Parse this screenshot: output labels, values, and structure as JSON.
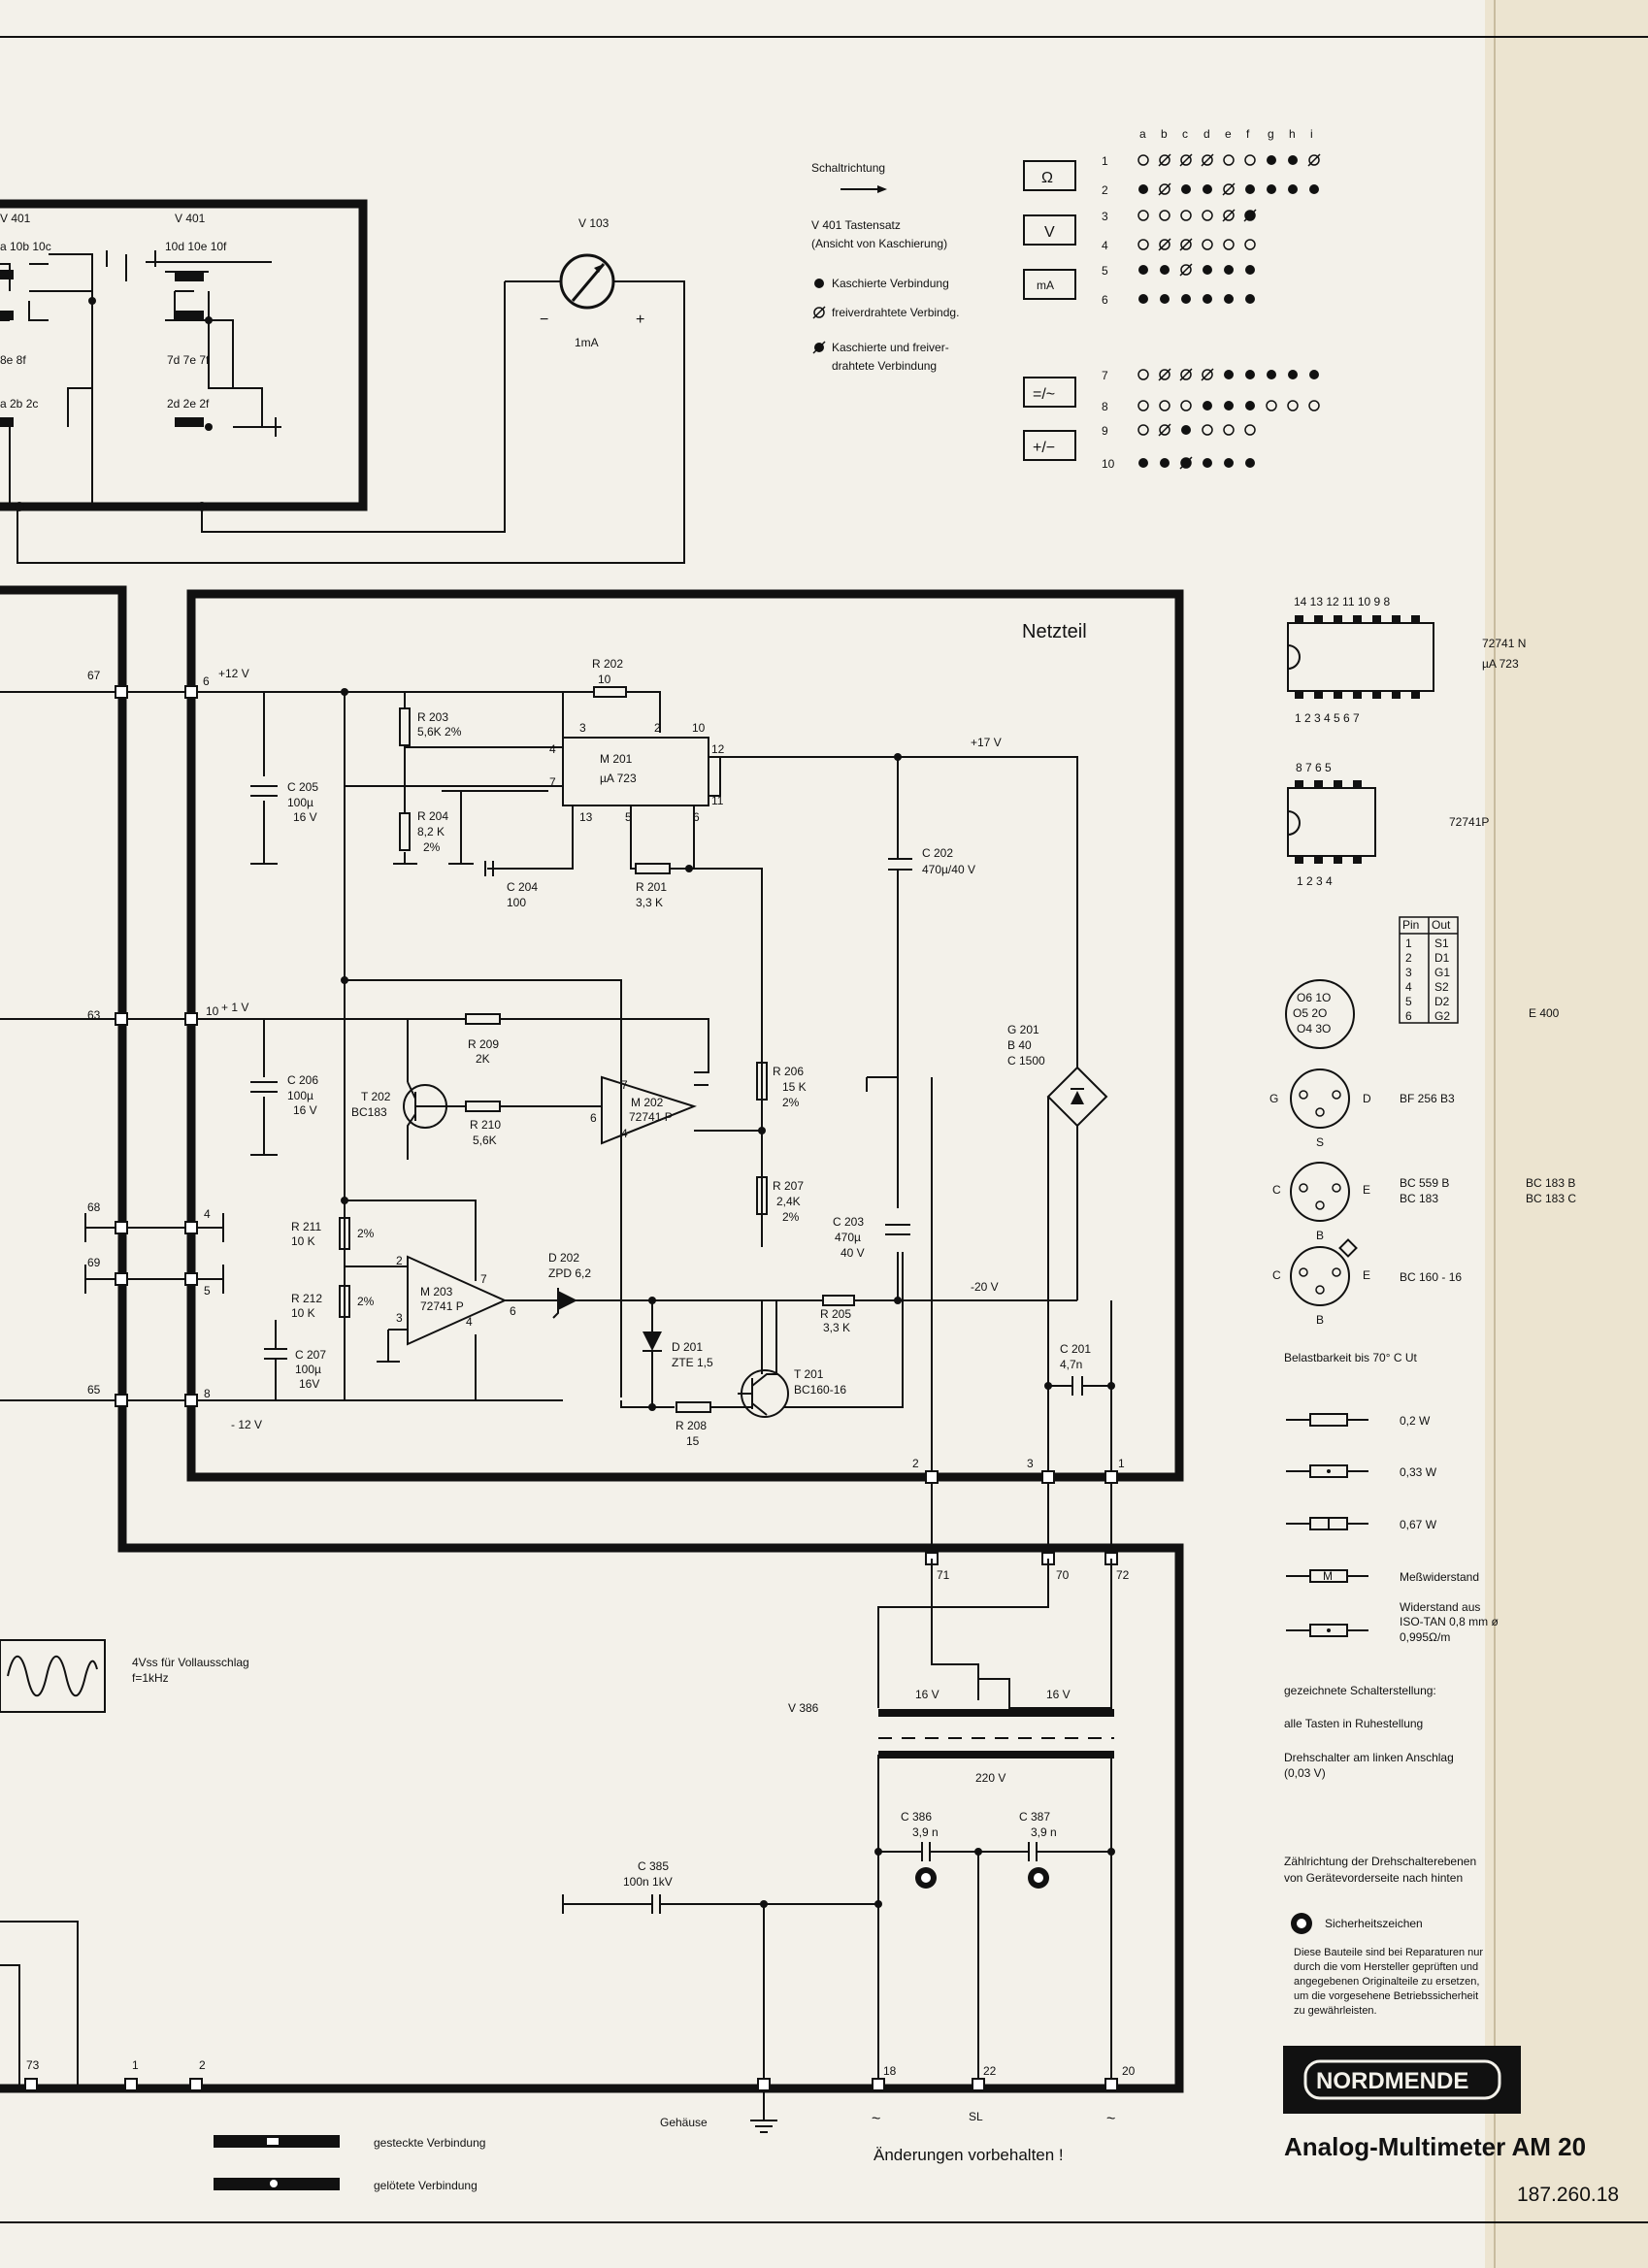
{
  "legend": {
    "schaltrichtung": "Schaltrichtung",
    "v401_line1": "V 401 Tastensatz",
    "v401_line2": "(Ansicht von Kaschierung)",
    "kaschiert": "Kaschierte Verbindung",
    "freiverdraht": "freiverdrahtete Verbindg.",
    "kasch_frei_1": "Kaschierte und freiver-",
    "kasch_frei_2": "drahtete Verbindung"
  },
  "keys": [
    "Ω",
    "V",
    "mA",
    "=/~",
    "+/−"
  ],
  "matrix": {
    "cols": [
      "a",
      "b",
      "c",
      "d",
      "e",
      "f",
      "g",
      "h",
      "i"
    ],
    "rows": [
      {
        "n": "1",
        "cells": [
          "o",
          "x",
          "x",
          "x",
          "o",
          "o",
          "f",
          "f",
          "x"
        ]
      },
      {
        "n": "2",
        "cells": [
          "f",
          "x",
          "f",
          "f",
          "x",
          "f",
          "f",
          "f",
          "f"
        ]
      },
      {
        "n": "3",
        "cells": [
          "o",
          "o",
          "o",
          "o",
          "x",
          "y",
          "",
          "",
          ""
        ]
      },
      {
        "n": "4",
        "cells": [
          "o",
          "x",
          "x",
          "o",
          "o",
          "o",
          "",
          "",
          ""
        ]
      },
      {
        "n": "5",
        "cells": [
          "f",
          "f",
          "x",
          "f",
          "f",
          "f",
          "",
          "",
          ""
        ]
      },
      {
        "n": "6",
        "cells": [
          "f",
          "f",
          "f",
          "f",
          "f",
          "f",
          "",
          "",
          ""
        ]
      },
      {
        "n": "7",
        "cells": [
          "o",
          "x",
          "x",
          "x",
          "f",
          "f",
          "f",
          "f",
          "f"
        ]
      },
      {
        "n": "8",
        "cells": [
          "o",
          "o",
          "o",
          "f",
          "f",
          "f",
          "o",
          "o",
          "o"
        ]
      },
      {
        "n": "9",
        "cells": [
          "o",
          "x",
          "f",
          "o",
          "o",
          "o",
          "",
          "",
          ""
        ]
      },
      {
        "n": "10",
        "cells": [
          "f",
          "f",
          "y",
          "f",
          "f",
          "f",
          "",
          "",
          ""
        ]
      }
    ]
  },
  "switch_box": {
    "v401_left": "V 401",
    "v401_right": "V 401",
    "l_10": "a 10b 10c",
    "r_10": "10d 10e 10f",
    "l_8": "8e 8f",
    "r_7": "7d  7e   7f",
    "l_2": "a 2b  2c",
    "r_2": "2d  2e   2f"
  },
  "meter": {
    "name": "V 103",
    "minus": "−",
    "plus": "+",
    "range": "1mA"
  },
  "netzteil": {
    "title": "Netzteil",
    "plus12": "+12 V",
    "plus1": "+ 1 V",
    "minus12": "- 12 V",
    "plus17": "+17 V",
    "minus20": "-20 V",
    "r202": "R 202",
    "r202v": "10",
    "r203": "R 203",
    "r203v": "5,6K  2%",
    "r204": "R 204",
    "r204v": "8,2 K",
    "r204t": "2%",
    "m201": "M 201",
    "m201t": "µA 723",
    "c204": "C 204",
    "c204v": "100",
    "r201": "R 201",
    "r201v": "3,3 K",
    "c205": "C 205",
    "c205v": "100µ",
    "c205u": "16 V",
    "c202": "C 202",
    "c202v": "470µ/40 V",
    "r209": "R 209",
    "r209v": "2K",
    "r210": "R 210",
    "r210v": "5,6K",
    "t202": "T 202",
    "t202t": "BC183",
    "m202": "M 202",
    "m202t": "72741 P",
    "r206": "R 206",
    "r206v": "15 K",
    "r206t": "2%",
    "r207": "R 207",
    "r207v": "2,4K",
    "r207t": "2%",
    "c206": "C 206",
    "c206v": "100µ",
    "c206u": "16 V",
    "g201": "G 201",
    "g201b": "B 40",
    "g201c": "C 1500",
    "r211": "R 211",
    "r211v": "10 K",
    "r211t": "2%",
    "r212": "R 212",
    "r212v": "10 K",
    "r212t": "2%",
    "m203": "M 203",
    "m203t": "72741 P",
    "d202": "D 202",
    "d202t": "ZPD 6,2",
    "d201": "D 201",
    "d201t": "ZTE 1,5",
    "r205": "R 205",
    "r205v": "3,3 K",
    "c203": "C 203",
    "c203v": "470µ",
    "c203u": "40 V",
    "c207": "C 207",
    "c207v": "100µ",
    "c207u": "16V",
    "t201": "T 201",
    "t201t": "BC160-16",
    "r208": "R 208",
    "r208v": "15",
    "c201": "C 201",
    "c201v": "4,7n"
  },
  "pins": {
    "p6": "6",
    "p10": "10",
    "p4": "4",
    "p5": "5",
    "p8": "8",
    "o2": "2",
    "o3": "3",
    "o1": "1",
    "w67": "67",
    "w63": "63",
    "w68": "68",
    "w69": "69",
    "w65": "65",
    "p71": "71",
    "p70": "70",
    "p72": "72",
    "p73": "73",
    "p1": "1",
    "p2": "2",
    "p18": "18",
    "p22": "22",
    "p20": "20",
    "m3": "3",
    "m4": "4",
    "m7": "7",
    "m12": "12",
    "m2": "2",
    "m10": "10",
    "m11": "11",
    "m13": "13",
    "m5": "5",
    "m6": "6"
  },
  "transformer": {
    "name": "V 386",
    "sec_l": "16 V",
    "sec_r": "16 V",
    "prim": "220 V",
    "c386": "C 386",
    "c386v": "3,9 n",
    "c387": "C 387",
    "c387v": "3,9 n",
    "c385": "C 385",
    "c385v": "100n  1kV"
  },
  "waveform": {
    "line1": "4Vss  für Vollausschlag",
    "line2": "f=1kHz"
  },
  "bottom": {
    "gehaeuse": "Gehäuse",
    "sl": "SL",
    "gesteckt": "gesteckte Verbindung",
    "geloetet": "gelötete Verbindung",
    "changes": "Änderungen vorbehalten !"
  },
  "ic_pinouts": {
    "ic1_top": "14 13 12 11 10  9  8",
    "ic1_bot": "1  2  3  4  5  6  7",
    "ic1_name": "72741 N",
    "ic1_sub": "µA 723",
    "ic2_top": "8  7  6  5",
    "ic2_bot": "1  2  3  4",
    "ic2_name": "72741P",
    "e400": "E 400",
    "pin_table": {
      "header": [
        "Pin",
        "Out"
      ],
      "rows": [
        [
          "1",
          "S1"
        ],
        [
          "2",
          "D1"
        ],
        [
          "3",
          "G1"
        ],
        [
          "4",
          "S2"
        ],
        [
          "5",
          "D2"
        ],
        [
          "6",
          "G2"
        ]
      ]
    },
    "can_pins": "O6 1O O5 2O O4 3O",
    "bf": "BF 256 B3",
    "bf_g": "G",
    "bf_d": "D",
    "bf_s": "S",
    "bc559": "BC 559 B",
    "bc183": "BC 183",
    "bc183b": "BC 183 B",
    "bc183c": "BC 183 C",
    "bc_c": "C",
    "bc_e": "E",
    "bc_b": "B",
    "bc160": "BC 160 - 16",
    "bc160_c": "C",
    "bc160_e": "E",
    "bc160_b": "B"
  },
  "power_ratings": {
    "title": "Belastbarkeit bis 70° C  Ut",
    "items": [
      "0,2 W",
      "0,33 W",
      "0,67 W",
      "Meßwiderstand"
    ],
    "iso_1": "Widerstand aus",
    "iso_2": "ISO-TAN  0,8 mm ø",
    "iso_3": "0,995Ω/m"
  },
  "notes": {
    "n1": "gezeichnete Schalterstellung:",
    "n2": "alle Tasten in Ruhestellung",
    "n3": "Drehschalter am linken Anschlag",
    "n4": "(0,03 V)",
    "n5": "Zählrichtung der Drehschalterebenen",
    "n6": "von Gerätevorderseite nach hinten",
    "safety": "Sicherheitszeichen",
    "s1": "Diese Bauteile sind bei Reparaturen nur",
    "s2": "durch die vom Hersteller geprüften und",
    "s3": "angegebenen Originalteile zu ersetzen,",
    "s4": "um die vorgesehene Betriebssicherheit",
    "s5": "zu gewährleisten."
  },
  "branding": {
    "logo": "NORDMENDE",
    "product": "Analog-Multimeter AM 20",
    "number": "187.260.18"
  }
}
